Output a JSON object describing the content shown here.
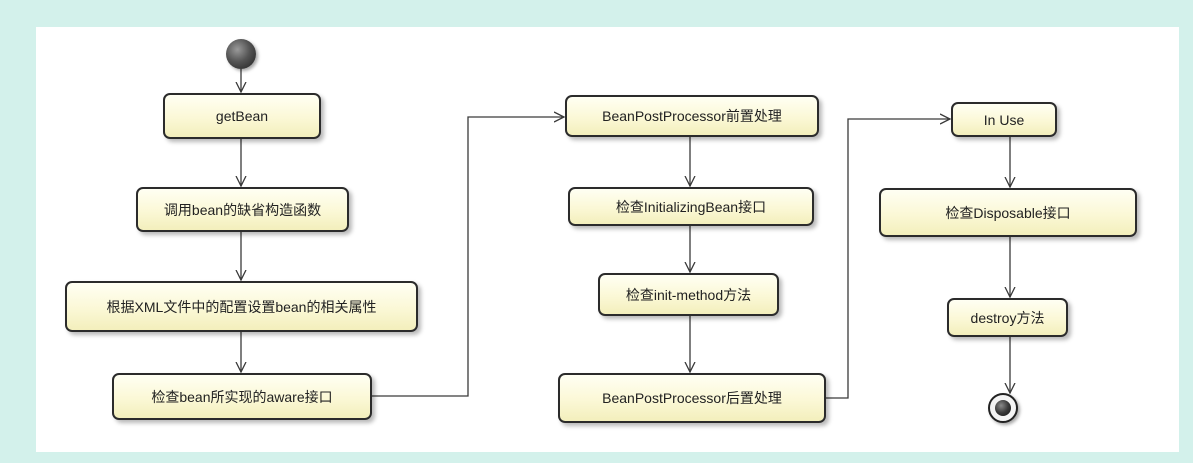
{
  "diagram": {
    "nodes": {
      "get_bean": "getBean",
      "call_default_constructor": "调用bean的缺省构造函数",
      "set_props_from_xml": "根据XML文件中的配置设置bean的相关属性",
      "check_aware": "检查bean所实现的aware接口",
      "bpp_before": "BeanPostProcessor前置处理",
      "check_initializing_bean": "检查InitializingBean接口",
      "check_init_method": "检查init-method方法",
      "bpp_after": "BeanPostProcessor后置处理",
      "in_use": "In Use",
      "check_disposable": "检查Disposable接口",
      "destroy_method": "destroy方法"
    },
    "colors": {
      "background": "#d3f1eb",
      "node_fill": "#fbf8d6",
      "node_border": "#2b2b2b",
      "connector": "#3a3a3a"
    }
  }
}
